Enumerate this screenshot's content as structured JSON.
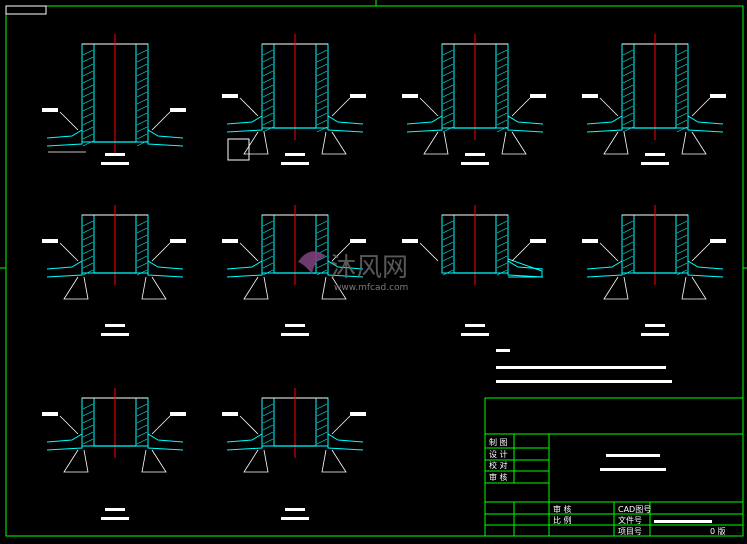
{
  "drawing": {
    "top_left_tab": "",
    "details_row1": [
      {
        "id": "d1",
        "title": "",
        "scale": ""
      },
      {
        "id": "d2",
        "title": "",
        "scale": ""
      },
      {
        "id": "d3",
        "title": "",
        "scale": ""
      },
      {
        "id": "d4",
        "title": "",
        "scale": ""
      }
    ],
    "details_row2": [
      {
        "id": "d5",
        "title": "",
        "scale": ""
      },
      {
        "id": "d6",
        "title": "",
        "scale": ""
      },
      {
        "id": "d7",
        "title": "",
        "scale": ""
      },
      {
        "id": "d8",
        "title": "",
        "scale": ""
      }
    ],
    "details_row3": [
      {
        "id": "d9",
        "title": "",
        "scale": ""
      },
      {
        "id": "d10",
        "title": "",
        "scale": ""
      }
    ],
    "watermark": {
      "brand": "沐风网",
      "url": "www.mfcad.com"
    }
  },
  "notes": {
    "heading": "",
    "lines": [
      "",
      ""
    ]
  },
  "title_block": {
    "roles": [
      "制 图",
      "设 计",
      "校 对",
      "审 核"
    ],
    "project_line1": "",
    "project_line2": "",
    "bottom_left_labels": [
      "审 核",
      "比 例"
    ],
    "bottom_mid_labels": [
      "CAD图号",
      "文件号",
      "项目号"
    ],
    "drawing_number": "",
    "sheet": "0 版",
    "cad_value": ""
  },
  "colors": {
    "frame": "#00ff00",
    "wall": "#00ffff",
    "axis": "#ff0000",
    "text": "#ffffff",
    "weld": "#ffffff"
  }
}
